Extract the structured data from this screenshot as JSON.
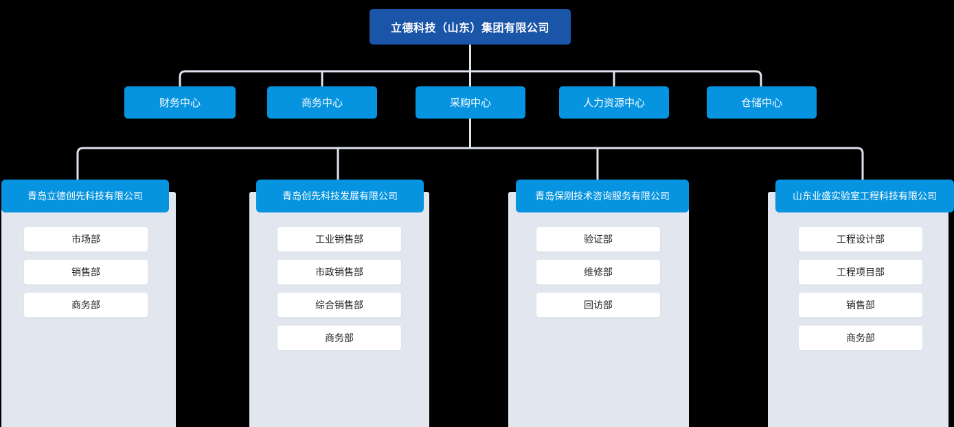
{
  "root": {
    "label": "立德科技（山东）集团有限公司",
    "color": "#1b55a8"
  },
  "colors": {
    "node_blue": "#0694e0",
    "root_blue": "#1b55a8",
    "panel_gray": "#e2e6ef",
    "line": "#dfe3ee",
    "leaf_bg": "#ffffff",
    "background": "#000000"
  },
  "centers": [
    {
      "label": "财务中心"
    },
    {
      "label": "商务中心"
    },
    {
      "label": "采购中心"
    },
    {
      "label": "人力资源中心"
    },
    {
      "label": "仓储中心"
    }
  ],
  "subsidiaries": [
    {
      "label": "青岛立德创先科技有限公司",
      "departments": [
        "市场部",
        "销售部",
        "商务部"
      ]
    },
    {
      "label": "青岛创先科技发展有限公司",
      "departments": [
        "工业销售部",
        "市政销售部",
        "综合销售部",
        "商务部"
      ]
    },
    {
      "label": "青岛保刚技术咨询服务有限公司",
      "departments": [
        "验证部",
        "维修部",
        "回访部"
      ]
    },
    {
      "label": "山东业盛实验室工程科技有限公司",
      "departments": [
        "工程设计部",
        "工程项目部",
        "销售部",
        "商务部"
      ]
    }
  ]
}
